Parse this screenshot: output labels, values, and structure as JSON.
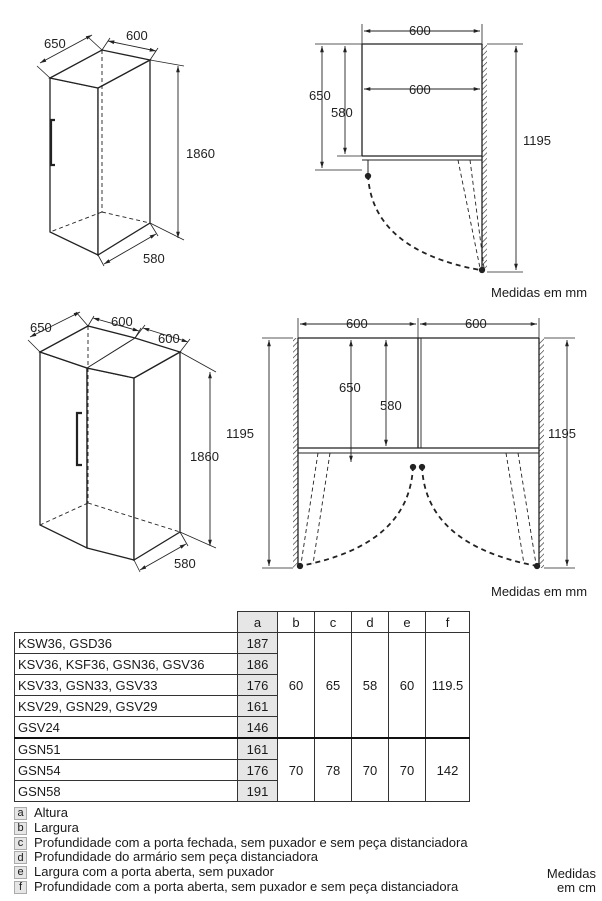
{
  "fig1_iso": {
    "depth": "650",
    "width": "600",
    "height": "1860",
    "base_depth": "580"
  },
  "fig1_plan": {
    "width_top": "600",
    "width_inner": "600",
    "depth_open": "650",
    "depth_body": "580",
    "door_open": "1195"
  },
  "fig2_iso": {
    "depth": "650",
    "width_left": "600",
    "width_right": "600",
    "height": "1860",
    "base_depth": "580"
  },
  "fig2_plan": {
    "width_left": "600",
    "width_right": "600",
    "depth_open": "650",
    "depth_body": "580",
    "door_open_left": "1195",
    "door_open_right": "1195"
  },
  "units_mm_1": "Medidas em mm",
  "units_mm_2": "Medidas em mm",
  "table": {
    "headers": [
      "a",
      "b",
      "c",
      "d",
      "e",
      "f"
    ],
    "group1": {
      "rows": [
        {
          "model": "KSW36, GSD36",
          "a": "187"
        },
        {
          "model": "KSV36, KSF36, GSN36, GSV36",
          "a": "186"
        },
        {
          "model": "KSV33, GSN33, GSV33",
          "a": "176"
        },
        {
          "model": "KSV29, GSN29, GSV29",
          "a": "161"
        },
        {
          "model": "GSV24",
          "a": "146"
        }
      ],
      "b": "60",
      "c": "65",
      "d": "58",
      "e": "60",
      "f": "119.5"
    },
    "group2": {
      "rows": [
        {
          "model": "GSN51",
          "a": "161"
        },
        {
          "model": "GSN54",
          "a": "176"
        },
        {
          "model": "GSN58",
          "a": "191"
        }
      ],
      "b": "70",
      "c": "78",
      "d": "70",
      "e": "70",
      "f": "142"
    }
  },
  "legend": [
    {
      "letter": "a",
      "text": "Altura"
    },
    {
      "letter": "b",
      "text": "Largura"
    },
    {
      "letter": "c",
      "text": "Profundidade com a porta fechada, sem puxador e sem peça distanciadora"
    },
    {
      "letter": "d",
      "text": "Profundidade do armário sem peça distanciadora"
    },
    {
      "letter": "e",
      "text": "Largura com a porta aberta, sem puxador"
    },
    {
      "letter": "f",
      "text": "Profundidade com a porta aberta, sem puxador e sem peça distanciadora"
    }
  ],
  "units_cm_1": "Medidas",
  "units_cm_2": "em cm"
}
